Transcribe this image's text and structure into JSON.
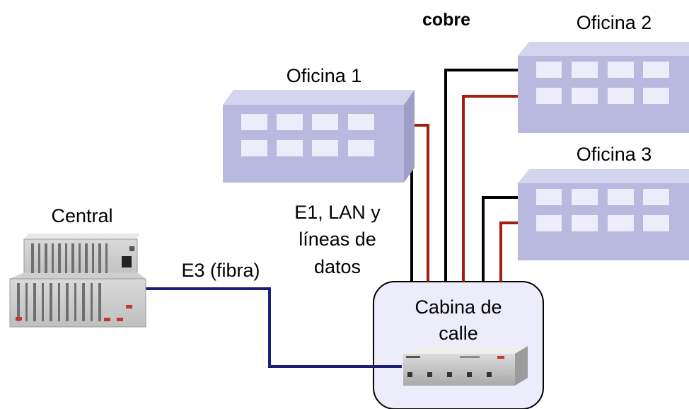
{
  "labels": {
    "cobre": "cobre",
    "oficina1": "Oficina 1",
    "oficina2": "Oficina 2",
    "oficina3": "Oficina 3",
    "central": "Central",
    "e3": "E3 (fibra)",
    "e1_line1": "E1, LAN y",
    "e1_line2": "líneas de",
    "e1_line3": "datos",
    "cabina_line1": "Cabina de",
    "cabina_line2": "calle"
  },
  "colors": {
    "building_front": "#b9b9e0",
    "building_top": "#d4d4ee",
    "building_side": "#9e9ec8",
    "building_window": "#ececfb",
    "cable_copper": "#a51c10",
    "cable_black": "#000000",
    "fiber": "#1c1f7a",
    "cabinet_fill": "#ececfb",
    "cabinet_border": "#000000"
  },
  "icons": {
    "central": "telephone-exchange-rack-icon",
    "street_cabinet_device": "rack-mount-multiplexer-icon",
    "office": "office-building-icon"
  }
}
